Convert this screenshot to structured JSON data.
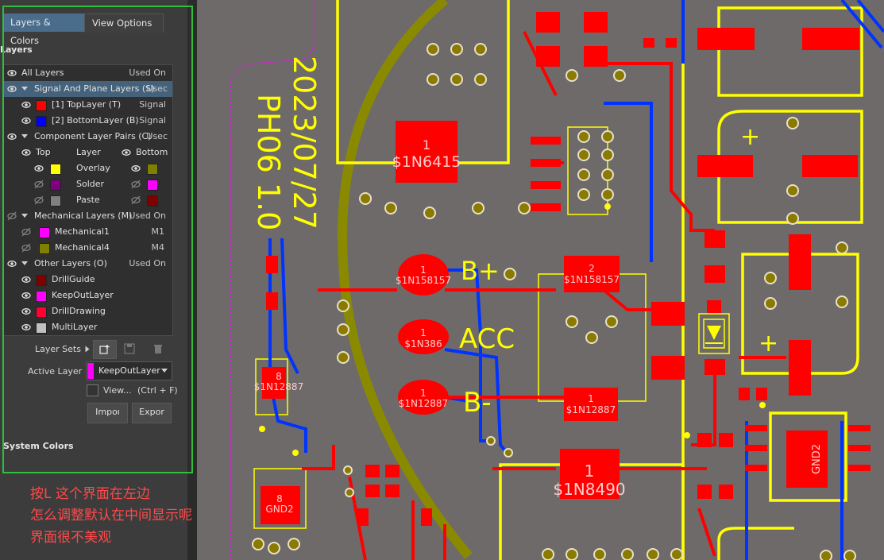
{
  "panel": {
    "tabs": [
      {
        "label": "Layers & Colors",
        "active": true
      },
      {
        "label": "View Options",
        "active": false
      }
    ],
    "section_layers": "Layers",
    "rows": [
      {
        "label": "All Layers",
        "right": "Used On"
      },
      {
        "label": "Signal And Plane Layers (S)",
        "right": "Usec"
      },
      {
        "label": "[1] TopLayer (T)",
        "right": "Signal",
        "color": "#ff0000"
      },
      {
        "label": "[2] BottomLayer (B)",
        "right": "Signal",
        "color": "#0000ff"
      },
      {
        "label": "Component Layer Pairs (C)",
        "right": "Usec"
      },
      {
        "top": "Top",
        "layer": "Layer",
        "bottom": "Bottom"
      },
      {
        "label": "Overlay",
        "top_color": "#ffff00",
        "bottom_color": "#808000"
      },
      {
        "label": "Solder",
        "top_color": "#800080",
        "bottom_color": "#ff00ff"
      },
      {
        "label": "Paste",
        "top_color": "#808080",
        "bottom_color": "#800000"
      },
      {
        "label": "Mechanical Layers (M)",
        "right": "Used On"
      },
      {
        "label": "Mechanical1",
        "right": "M1",
        "color": "#ff00ff"
      },
      {
        "label": "Mechanical4",
        "right": "M4",
        "color": "#808000"
      },
      {
        "label": "Other Layers (O)",
        "right": "Used On"
      },
      {
        "label": "DrillGuide",
        "color": "#800000"
      },
      {
        "label": "KeepOutLayer",
        "color": "#ff00ff"
      },
      {
        "label": "DrillDrawing",
        "color": "#ff0033"
      },
      {
        "label": "MultiLayer",
        "color": "#c0c0c0"
      }
    ],
    "layer_sets_label": "Layer Sets",
    "active_layer_label": "Active Layer",
    "active_layer_value": "KeepOutLayer",
    "active_layer_color": "#ff00ff",
    "view_checkbox_label": "View...",
    "view_shortcut": "(Ctrl + F)",
    "import_label": "Impoı",
    "export_label": "Expor",
    "system_colors": "System Colors"
  },
  "annotation": {
    "lines": [
      "按L 这个界面在左边",
      "怎么调整默认在中间显示呢",
      "界面很不美观"
    ]
  },
  "pcb": {
    "vertical_text_1": "2023/07/27",
    "vertical_text_2": "PH06 1.0",
    "labels": {
      "u1_num": "1",
      "u1_name": "$1N6415",
      "d1_num": "1",
      "d1_name": "$1N158157",
      "d2_num": "1",
      "d2_name": "$1N386",
      "d3_num": "1",
      "d3_name": "$1N12887",
      "r2_num": "2",
      "r2_name": "$1N158157",
      "r1_num": "1",
      "r1_name": "$1N12887",
      "big_num": "1",
      "big_name": "$1N8490",
      "bplus": "B+",
      "acc": "ACC",
      "bminus": "B-",
      "u8_num": "8",
      "u8_name": "$1N12887",
      "g8_num": "8",
      "g8_name": "GND2",
      "gnd2_vert": "GND2"
    }
  }
}
